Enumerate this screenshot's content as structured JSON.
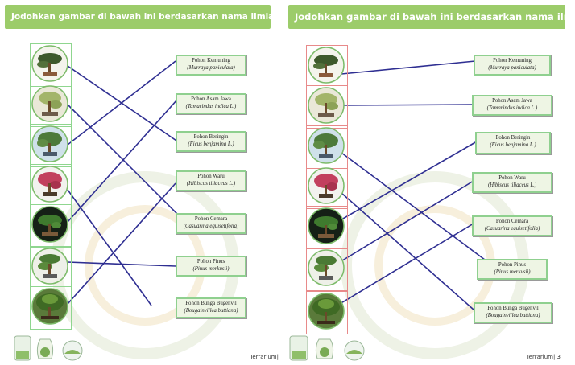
{
  "colors": {
    "banner": "#9ccc6a",
    "line": "#2f2f92",
    "label_bg": "#eef5e4",
    "label_border": "#8fd08f",
    "frame_left": "#8fd68f",
    "frame_right": "#e88a8a"
  },
  "left_page": {
    "title": "Jodohkan gambar di bawah ini berdasarkan nama ilmiahnya!",
    "footer": "Terrarium|",
    "images": [
      {
        "icon": "bonsai-pine-icon"
      },
      {
        "icon": "bonsai-tamarind-icon"
      },
      {
        "icon": "bonsai-ficus-icon"
      },
      {
        "icon": "bonsai-bougainvillea-icon"
      },
      {
        "icon": "bonsai-dark-pine-icon"
      },
      {
        "icon": "bonsai-cemara-icon"
      },
      {
        "icon": "bonsai-waru-icon"
      }
    ],
    "labels": [
      {
        "name": "Pohon Kemuning",
        "sci": "(Murraya paniculata)"
      },
      {
        "name": "Pohon Asam Jawa",
        "sci": "(Tamarindus indica L.)"
      },
      {
        "name": "Pohon Beringin",
        "sci": "(Ficus benjamina L.)"
      },
      {
        "name": "Pohon Waru",
        "sci": "(Hibiscus tiliaceus L.)"
      },
      {
        "name": "Pohon Cemara",
        "sci": "(Casuarina equisetifolia)"
      },
      {
        "name": "Pohon Pinus",
        "sci": "(Pinus merkusii)"
      },
      {
        "name": "Pohon Bunga Bugenvil",
        "sci": "(Bougainvillea buttiana)"
      }
    ]
  },
  "right_page": {
    "title": "Jodohkan gambar di bawah ini berdasarkan nama ilmiahnya!",
    "footer": "Terrarium| 3",
    "images": [
      {
        "icon": "bonsai-pine-icon"
      },
      {
        "icon": "bonsai-tamarind-icon"
      },
      {
        "icon": "bonsai-ficus-icon"
      },
      {
        "icon": "bonsai-bougainvillea-icon"
      },
      {
        "icon": "bonsai-dark-pine-icon"
      },
      {
        "icon": "bonsai-cemara-icon"
      },
      {
        "icon": "bonsai-waru-icon"
      }
    ],
    "labels": [
      {
        "name": "Pohon Kemuning",
        "sci": "(Murraya paniculata)"
      },
      {
        "name": "Pohon Asam Jawa",
        "sci": "(Tamarindus indica L.)"
      },
      {
        "name": "Pohon Beringin",
        "sci": "(Ficus benjamina L.)"
      },
      {
        "name": "Pohon Waru",
        "sci": "(Hibiscus tiliaceus L.)"
      },
      {
        "name": "Pohon Cemara",
        "sci": "(Casuarina equisetifolia)"
      },
      {
        "name": "Pohon Pinus",
        "sci": "(Pinus merkusii)"
      },
      {
        "name": "Pohon Bunga Bugenvil",
        "sci": "(Bougainvillea buttiana)"
      }
    ]
  }
}
